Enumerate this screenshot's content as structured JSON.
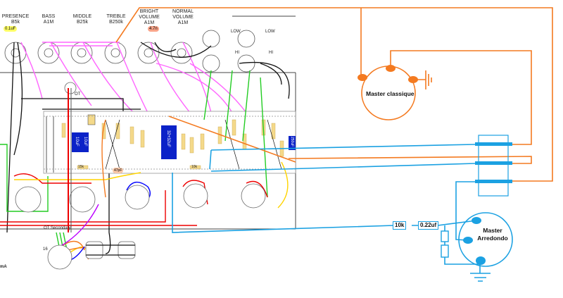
{
  "controls": [
    {
      "name": "PRESENCE",
      "value": "B5k"
    },
    {
      "name": "BASS",
      "value": "A1M"
    },
    {
      "name": "MIDDLE",
      "value": "B25k"
    },
    {
      "name": "TREBLE",
      "value": "B250k"
    },
    {
      "name": "BRIGHT VOLUME",
      "value": "A1M"
    },
    {
      "name": "NORMAL VOLUME",
      "value": "A1M"
    }
  ],
  "presence_cap": "0.1uF",
  "bright_cap": "4.7n",
  "jacks": {
    "low1": "LOW",
    "low2": "LOW",
    "hi1": "HI",
    "hi2": "HI"
  },
  "ot_label": "OT",
  "ot_secondary": "OT Secondary",
  "ot_tap": "16",
  "board_parts": [
    "10uF",
    "10uF",
    "32+32uF",
    "250uF",
    "47pF",
    "15k",
    "10k"
  ],
  "master_classique": "Master classique",
  "master_arredondo": "Master Arredondo",
  "resistor_10k": "10k",
  "cap_022": "0.22uf",
  "left_partial": "mA",
  "colors": {
    "orange": "#f47a20",
    "blue": "#1ba1e2",
    "pink": "#ff66ff",
    "capblue": "#0b22c8"
  }
}
